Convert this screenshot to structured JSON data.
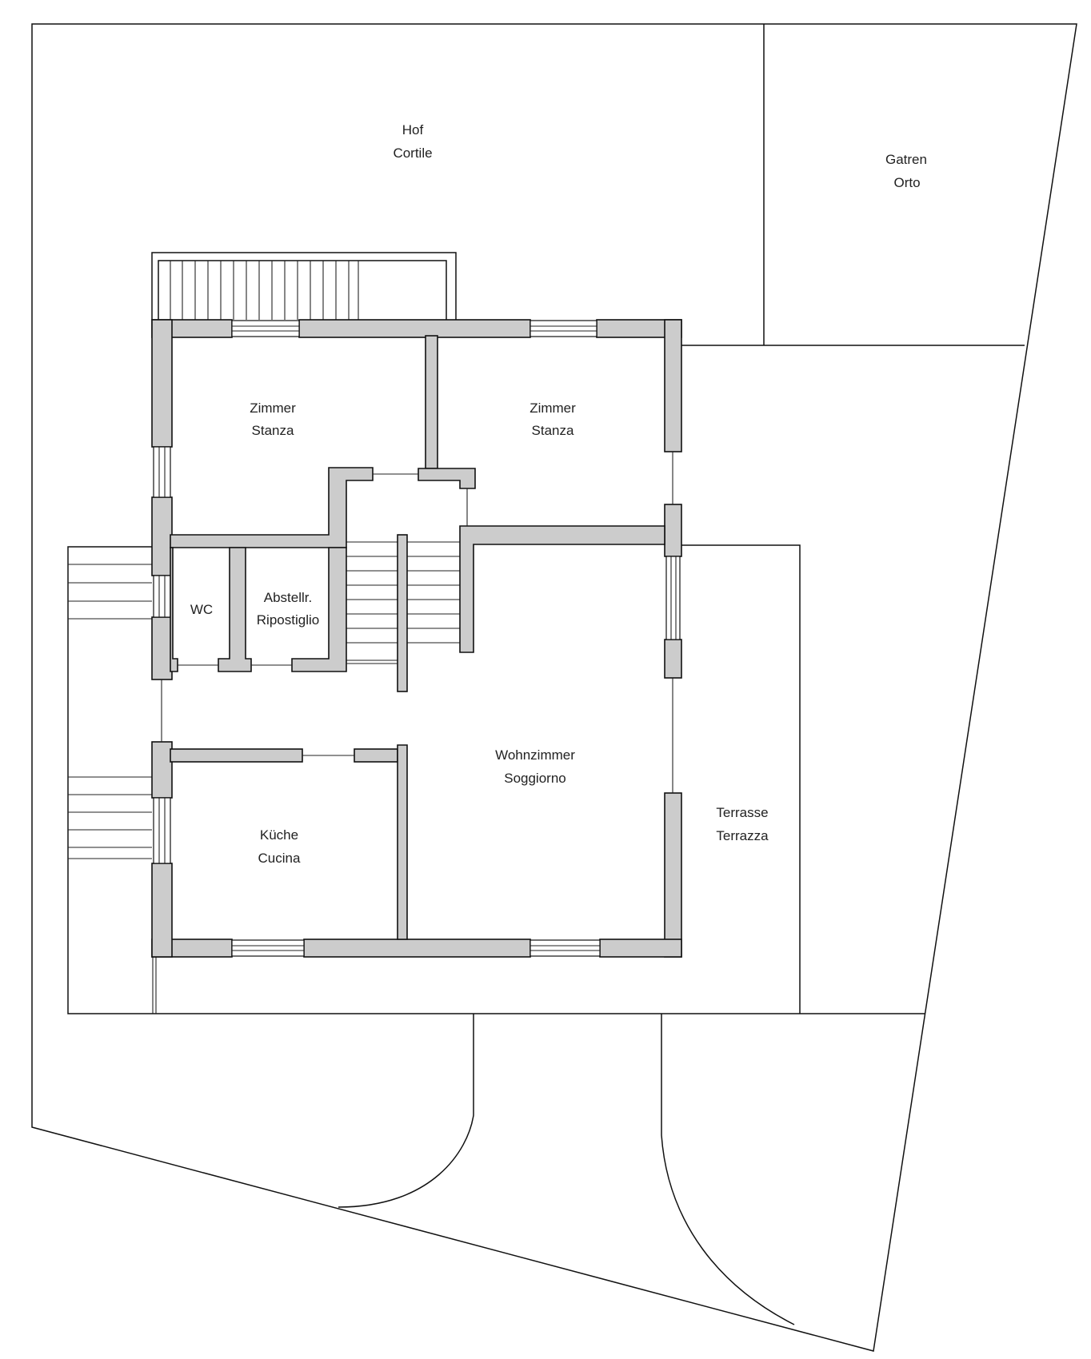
{
  "plan": {
    "rooms": {
      "hof": {
        "line1": "Hof",
        "line2": "Cortile"
      },
      "garten": {
        "line1": "Gatren",
        "line2": "Orto"
      },
      "zimmer_left": {
        "line1": "Zimmer",
        "line2": "Stanza"
      },
      "zimmer_right": {
        "line1": "Zimmer",
        "line2": "Stanza"
      },
      "wc": {
        "line1": "WC"
      },
      "abstell": {
        "line1": "Abstellr.",
        "line2": "Ripostiglio"
      },
      "wohnzimmer": {
        "line1": "Wohnzimmer",
        "line2": "Soggiorno"
      },
      "kueche": {
        "line1": "Küche",
        "line2": "Cucina"
      },
      "terrasse": {
        "line1": "Terrasse",
        "line2": "Terrazza"
      }
    },
    "colors": {
      "wall_fill": "#cccccc",
      "line": "#111111",
      "background": "#ffffff"
    }
  }
}
